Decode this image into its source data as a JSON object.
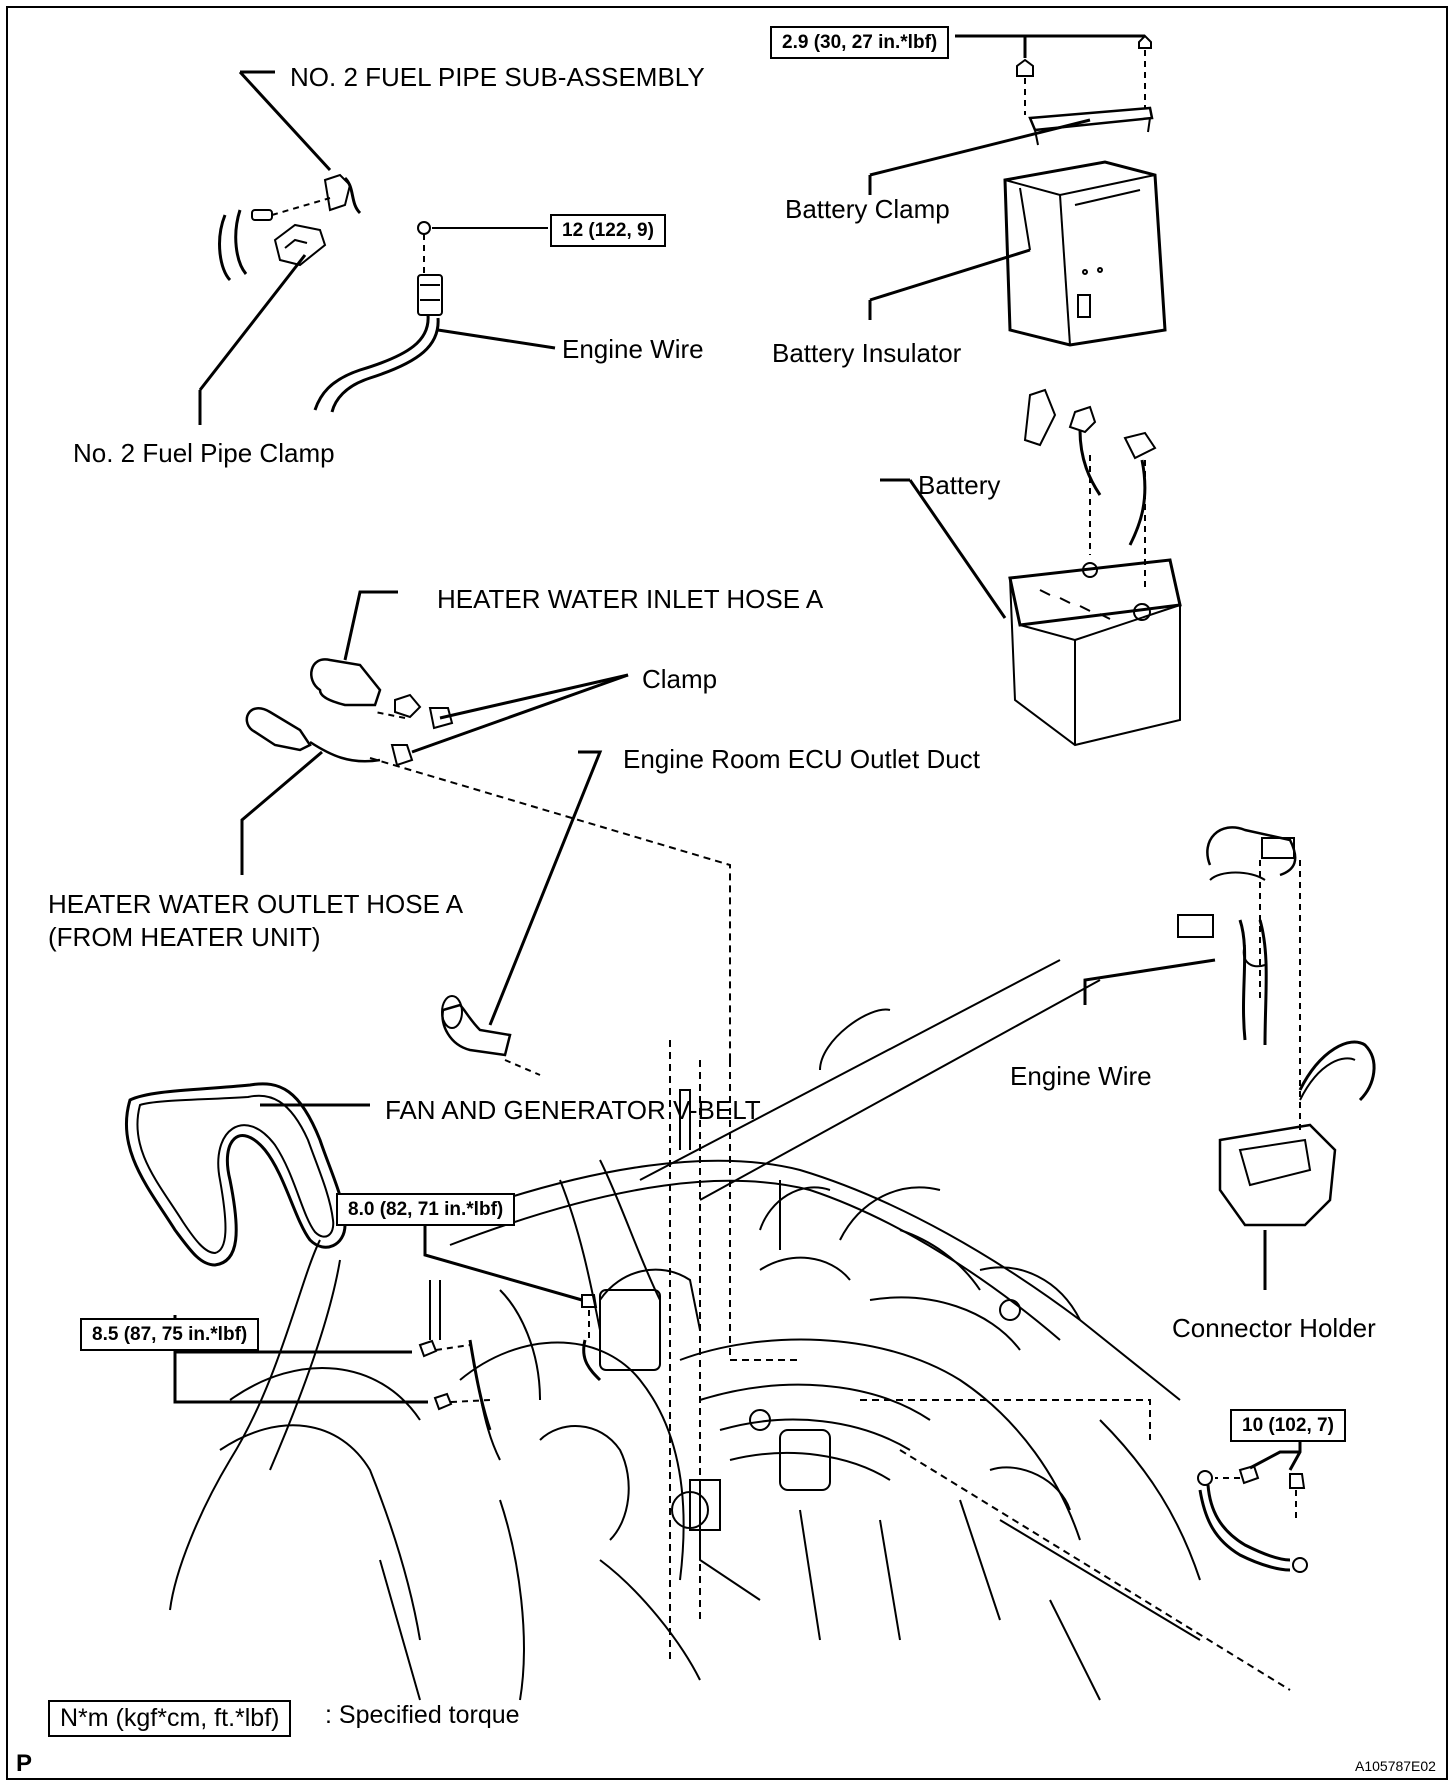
{
  "labels": {
    "fuel_pipe_sub_assembly": "NO. 2 FUEL PIPE SUB-ASSEMBLY",
    "fuel_pipe_clamp": "No. 2 Fuel Pipe Clamp",
    "engine_wire_top": "Engine Wire",
    "battery_clamp": "Battery Clamp",
    "battery_insulator": "Battery Insulator",
    "battery": "Battery",
    "heater_inlet_hose": "HEATER WATER INLET HOSE A",
    "clamp": "Clamp",
    "ecu_outlet_duct": "Engine Room ECU Outlet Duct",
    "heater_outlet_hose": "HEATER WATER OUTLET HOSE A\n(FROM HEATER UNIT)",
    "engine_wire_right": "Engine Wire",
    "v_belt": "FAN AND GENERATOR V-BELT",
    "connector_holder": "Connector Holder"
  },
  "torque": {
    "battery_clamp_nut": "2.9 (30, 27 in.*lbf)",
    "engine_wire_nut": "12 (122, 9)",
    "bolt_upper": "8.0 (82, 71 in.*lbf)",
    "bolts_left": "8.5 (87, 75 in.*lbf)",
    "ground_bolts": "10 (102, 7)"
  },
  "legend": {
    "unit_box": "N*m (kgf*cm, ft.*lbf)",
    "description": ": Specified torque"
  },
  "footer": {
    "page_mark": "P",
    "figure_id": "A105787E02"
  }
}
